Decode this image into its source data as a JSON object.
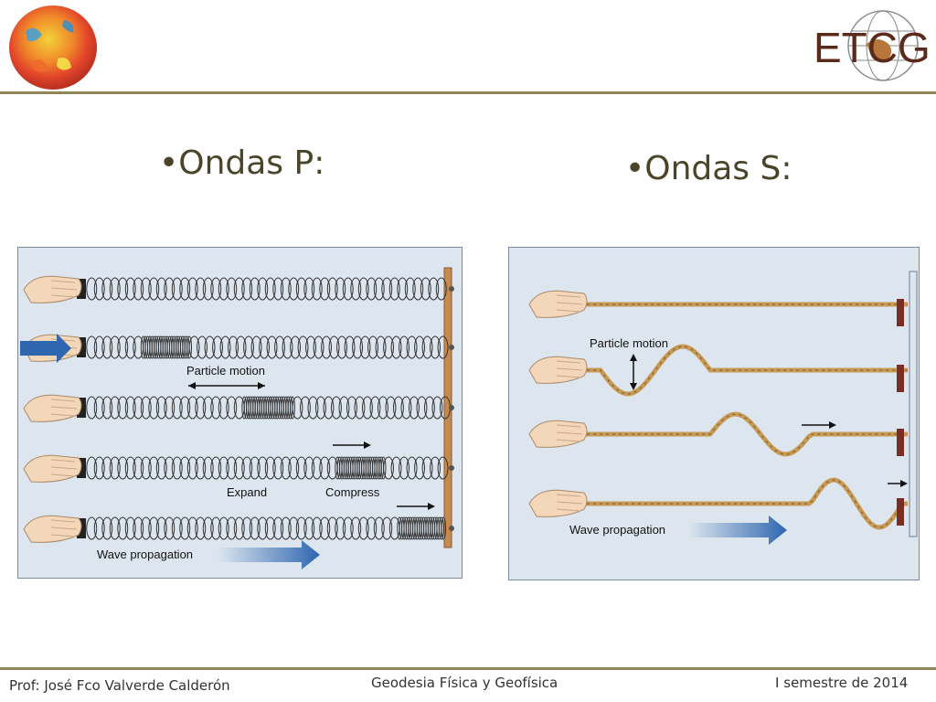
{
  "slide": {
    "logo_text": "ETCG",
    "title_p": "•Ondas P:",
    "title_s": "•Ondas S:"
  },
  "p_wave": {
    "label_particle": "Particle motion",
    "label_expand": "Expand",
    "label_compress": "Compress",
    "label_wave": "Wave propagation"
  },
  "s_wave": {
    "label_particle": "Particle motion",
    "label_wave": "Wave propagation"
  },
  "footer": {
    "left": "Prof: José Fco Valverde Calderón",
    "center": "Geodesia Física y Geofísica",
    "right": "I semestre de 2014"
  },
  "colors": {
    "rule": "#8f8758",
    "panel_bg": "#dde6ef",
    "arrow_blue": "#2e66b0",
    "rope": "#c79a55",
    "title": "#4a4528"
  }
}
